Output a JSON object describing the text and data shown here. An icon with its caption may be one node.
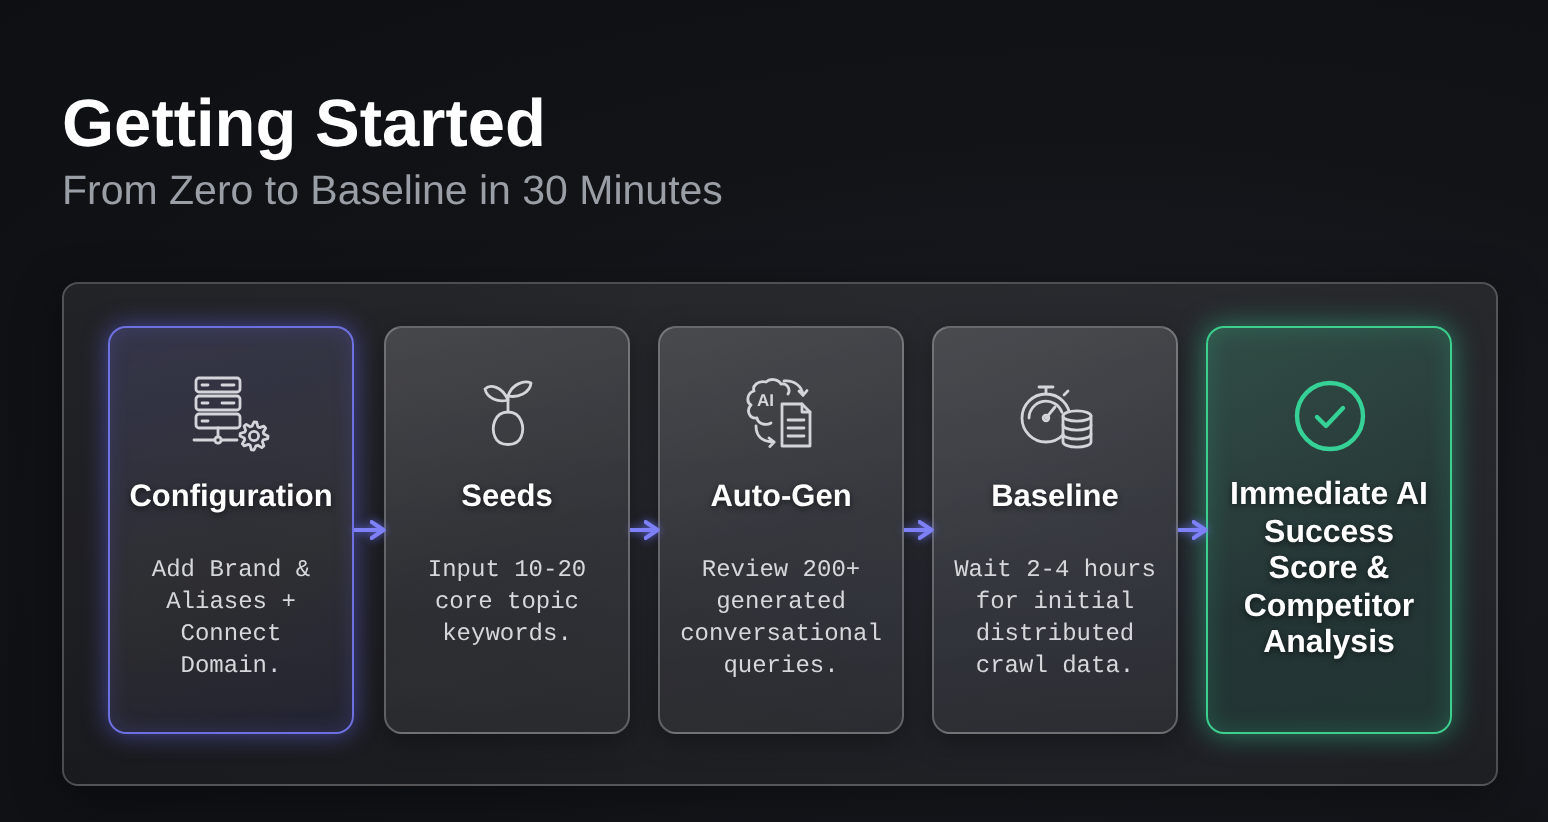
{
  "diagram": {
    "title": "Getting Started",
    "nodes": [
      {
        "text": [],
        "shape": "box"
      },
      {
        "text": [
          "Configuration",
          "Add Brand & Aliases + Connect Domain."
        ],
        "in": 0
      },
      {
        "text": [
          "Seeds",
          "Input 10-20 core topic keywords."
        ],
        "in": 0
      },
      {
        "text": [
          "Auto-Gen",
          "Review 200+ generated conversational queries."
        ],
        "in": 0
      },
      {
        "text": [
          "Baseline",
          "Wait 2-4 hours for initial distributed crawl data."
        ],
        "in": 0
      },
      {
        "text": [
          "Immediate AI Success Score & Competitor Analysis"
        ],
        "in": 0
      }
    ],
    "edges": [
      {
        "from": 1,
        "to": 2,
        "arrow": "to"
      },
      {
        "from": 2,
        "to": 3,
        "arrow": "to"
      },
      {
        "from": 3,
        "to": 4,
        "arrow": "to"
      },
      {
        "from": 4,
        "to": 5,
        "arrow": "to"
      }
    ],
    "labels": [
      "From Zero to Baseline in 30 Minutes",
      "AI"
    ]
  }
}
